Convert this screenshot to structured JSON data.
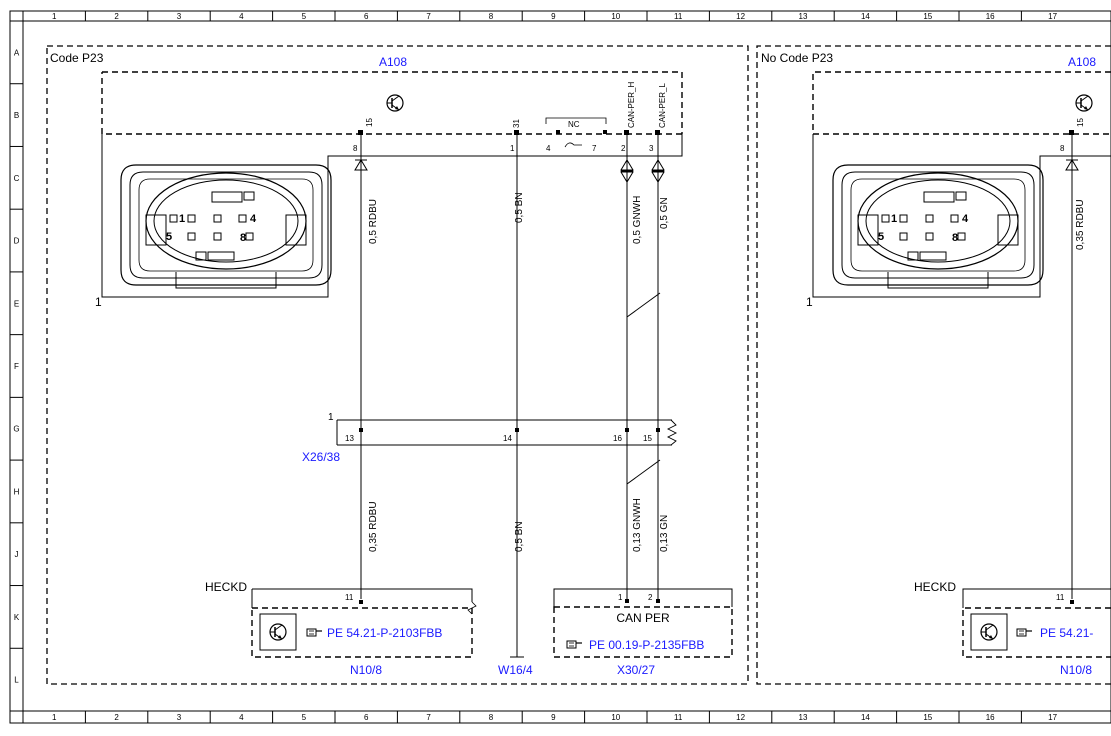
{
  "grid": {
    "columns": [
      "1",
      "2",
      "3",
      "4",
      "5",
      "6",
      "7",
      "8",
      "9",
      "10",
      "11",
      "12",
      "13",
      "14",
      "15",
      "16",
      "17"
    ],
    "rows": [
      "A",
      "B",
      "C",
      "D",
      "E",
      "F",
      "G",
      "H",
      "J",
      "K",
      "L"
    ]
  },
  "panel_left": {
    "title": "Code P23",
    "module_ref": "A108",
    "connector_face_label": "1",
    "connector_face_pins": [
      "1",
      "4",
      "5",
      "8"
    ],
    "module_pins": [
      {
        "pin": "8",
        "id": "15"
      },
      {
        "pin": "1",
        "id": "31"
      },
      {
        "pin": "4",
        "id": ""
      },
      {
        "pin": "7",
        "id": ""
      },
      {
        "pin": "2",
        "id": "CAN-PER_H"
      },
      {
        "pin": "3",
        "id": "CAN-PER_L"
      }
    ],
    "nc_label": "NC",
    "wires_upper": [
      "0,5 RDBU",
      "0,5 BN",
      "0,5 GNWH",
      "0,5 GN"
    ],
    "inline_connector": {
      "ref": "X26/38",
      "label": "1",
      "pins": [
        "13",
        "14",
        "16",
        "15"
      ]
    },
    "wires_lower": [
      "0,35 RDBU",
      "0,5 BN",
      "0,13 GNWH",
      "0,13 GN"
    ],
    "hec": {
      "name": "HECKD",
      "pin": "11",
      "link": "PE 54.21-P-2103FBB",
      "ref": "N10/8"
    },
    "ground_ref": "W16/4",
    "can": {
      "name": "CAN PER",
      "pins": [
        "1",
        "2"
      ],
      "link": "PE 00.19-P-2135FBB",
      "ref": "X30/27"
    }
  },
  "panel_right": {
    "title": "No Code P23",
    "module_ref": "A108",
    "connector_face_label": "1",
    "connector_face_pins": [
      "1",
      "4",
      "5",
      "8"
    ],
    "module_pins": [
      {
        "pin": "8",
        "id": "15"
      }
    ],
    "wire": "0,35 RDBU",
    "hec": {
      "name": "HECKD",
      "pin": "11",
      "link": "PE 54.21-",
      "ref": "N10/8"
    }
  },
  "colors": {
    "reference": "#1a1aff",
    "line": "#000000",
    "background": "#ffffff"
  },
  "icons": [
    "transistor-symbol-icon",
    "pointing-hand-icon",
    "ground-stub-icon",
    "diode-arrow-icon",
    "resistor-icon"
  ]
}
